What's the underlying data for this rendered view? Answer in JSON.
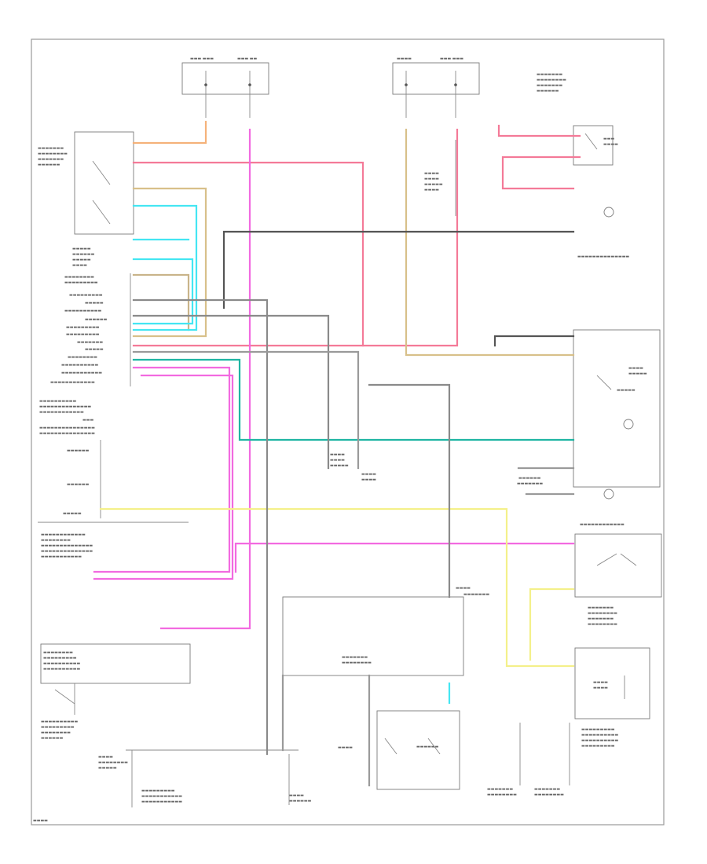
{
  "diagram": {
    "title": "",
    "colors": {
      "frame": "#9a9a9a",
      "black": "#555555",
      "gray": "#8a8a8a",
      "orange": "#f5b27a",
      "pink": "#f47a98",
      "magenta": "#f26ae0",
      "tan": "#d8c08a",
      "cyan": "#44e6f2",
      "teal": "#1fb5a3",
      "yellow": "#f4f08a",
      "brown_wht": "#c9b48a"
    },
    "wires": [
      {
        "name": "orange-wire",
        "color": "orange"
      },
      {
        "name": "pink-wire-top",
        "color": "pink"
      },
      {
        "name": "pink-wire-upper-right",
        "color": "pink"
      },
      {
        "name": "pink-wire-middle",
        "color": "pink"
      },
      {
        "name": "tan-wire-left",
        "color": "tan"
      },
      {
        "name": "tan-wire-center",
        "color": "tan"
      },
      {
        "name": "cyan-wire-1",
        "color": "cyan"
      },
      {
        "name": "cyan-wire-2",
        "color": "cyan"
      },
      {
        "name": "cyan-wire-3",
        "color": "cyan"
      },
      {
        "name": "magenta-wire-main",
        "color": "magenta"
      },
      {
        "name": "magenta-wire-lower-left",
        "color": "magenta"
      },
      {
        "name": "magenta-wire-lower-right",
        "color": "magenta"
      },
      {
        "name": "magenta-wire-left-branch",
        "color": "magenta"
      },
      {
        "name": "teal-wire",
        "color": "teal"
      },
      {
        "name": "yellow-wire-left",
        "color": "yellow"
      },
      {
        "name": "yellow-wire-right",
        "color": "yellow"
      },
      {
        "name": "black-wire-upper",
        "color": "black"
      },
      {
        "name": "black-wire-right",
        "color": "black"
      },
      {
        "name": "gray-wire-1",
        "color": "gray"
      },
      {
        "name": "gray-wire-2",
        "color": "gray"
      },
      {
        "name": "gray-wire-3",
        "color": "gray"
      }
    ]
  }
}
